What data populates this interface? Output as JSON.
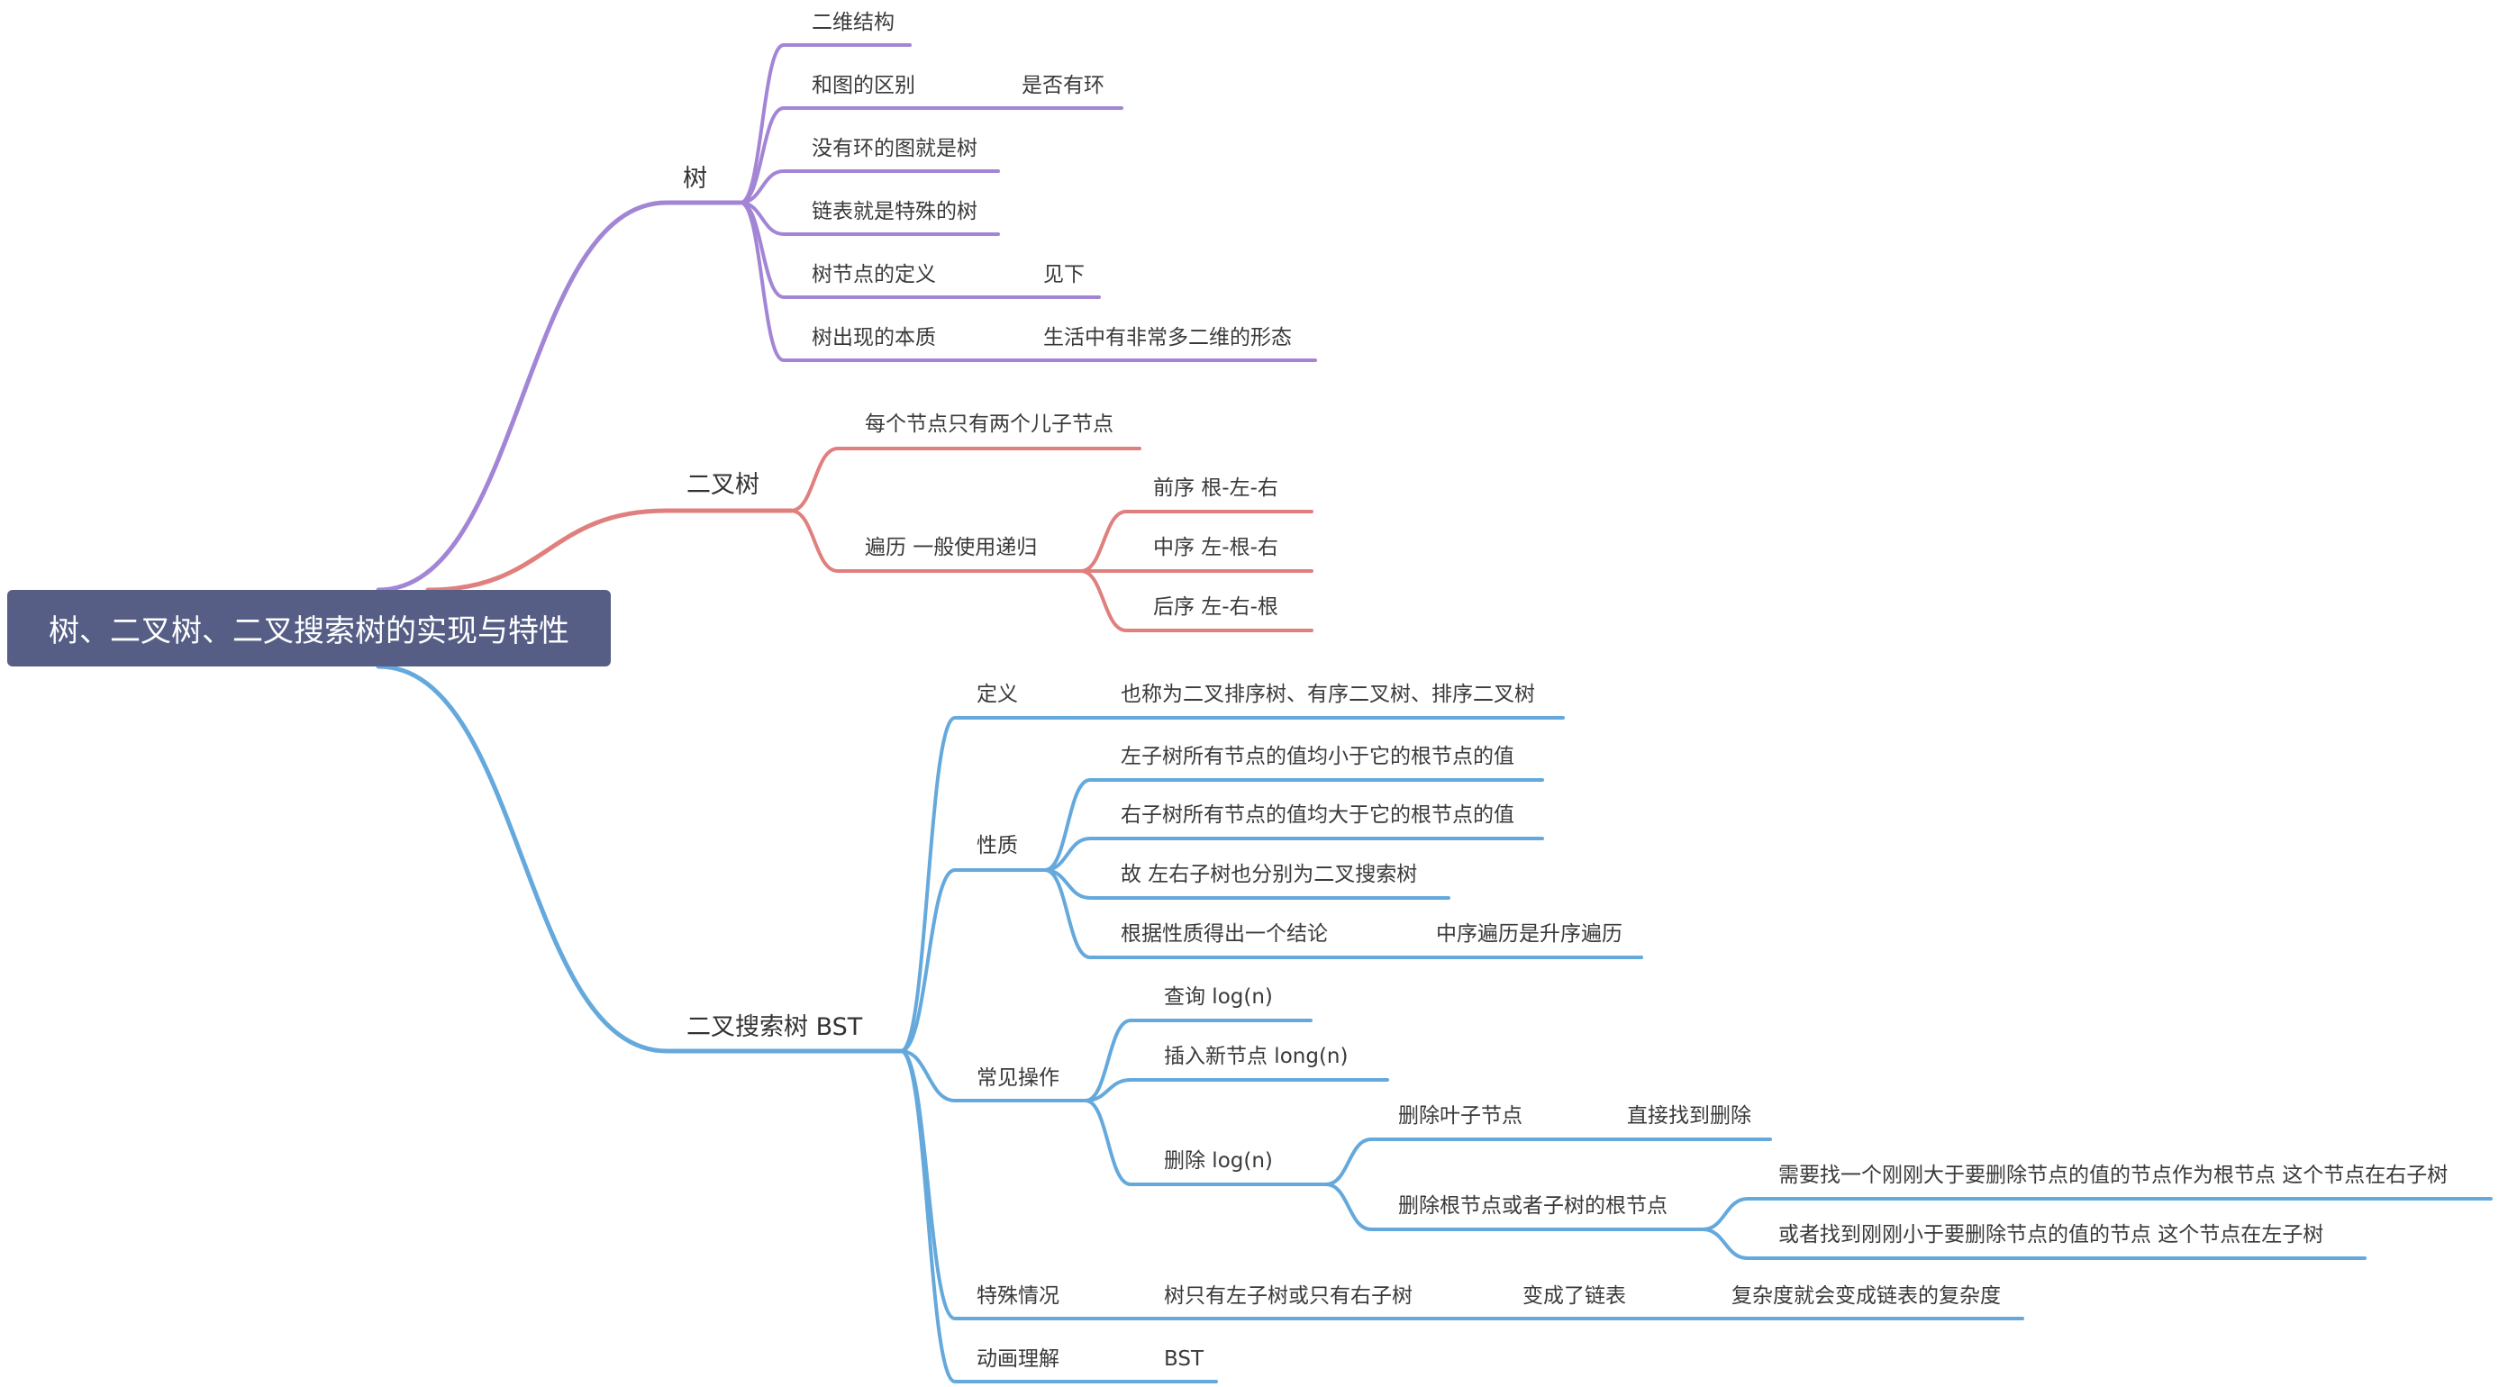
{
  "colors": {
    "root_bg": "#565e86",
    "root_text": "#ffffff",
    "branch_tree": "#a385d6",
    "branch_binary_tree": "#e0807e",
    "branch_bst": "#65a9dc",
    "text": "#3a3a3a"
  },
  "root": {
    "label": "树、二叉树、二叉搜索树的实现与特性"
  },
  "tree": {
    "label": "树",
    "two_d": "二维结构",
    "diff_graph": "和图的区别",
    "has_cycle": "是否有环",
    "no_cycle_graph": "没有环的图就是树",
    "linked_list": "链表就是特殊的树",
    "node_def": "树节点的定义",
    "see_below": "见下",
    "essence": "树出现的本质",
    "life_2d": "生活中有非常多二维的形态"
  },
  "binary_tree": {
    "label": "二叉树",
    "two_children": "每个节点只有两个儿子节点",
    "traversal": "遍历  一般使用递归",
    "preorder": "前序  根-左-右",
    "inorder": "中序  左-根-右",
    "postorder": "后序  左-右-根"
  },
  "bst": {
    "label": "二叉搜索树  BST",
    "definition": "定义",
    "aka": "也称为二叉排序树、有序二叉树、排序二叉树",
    "properties": "性质",
    "left_smaller": "左子树所有节点的值均小于它的根节点的值",
    "right_larger": "右子树所有节点的值均大于它的根节点的值",
    "subtrees_bst": "故  左右子树也分别为二叉搜索树",
    "conclusion": "根据性质得出一个结论",
    "inorder_asc": "中序遍历是升序遍历",
    "ops": "常见操作",
    "query": "查询  log(n)",
    "insert": "插入新节点  long(n)",
    "delete": "删除  log(n)",
    "del_leaf": "删除叶子节点",
    "direct_del": "直接找到删除",
    "del_root": "删除根节点或者子树的根节点",
    "find_larger": "需要找一个刚刚大于要删除节点的值的节点作为根节点  这个节点在右子树",
    "find_smaller": "或者找到刚刚小于要删除节点的值的节点  这个节点在左子树",
    "special": "特殊情况",
    "one_sided": "树只有左子树或只有右子树",
    "becomes_list": "变成了链表",
    "complexity_list": "复杂度就会变成链表的复杂度",
    "animation": "动画理解",
    "bst_word": "BST"
  }
}
